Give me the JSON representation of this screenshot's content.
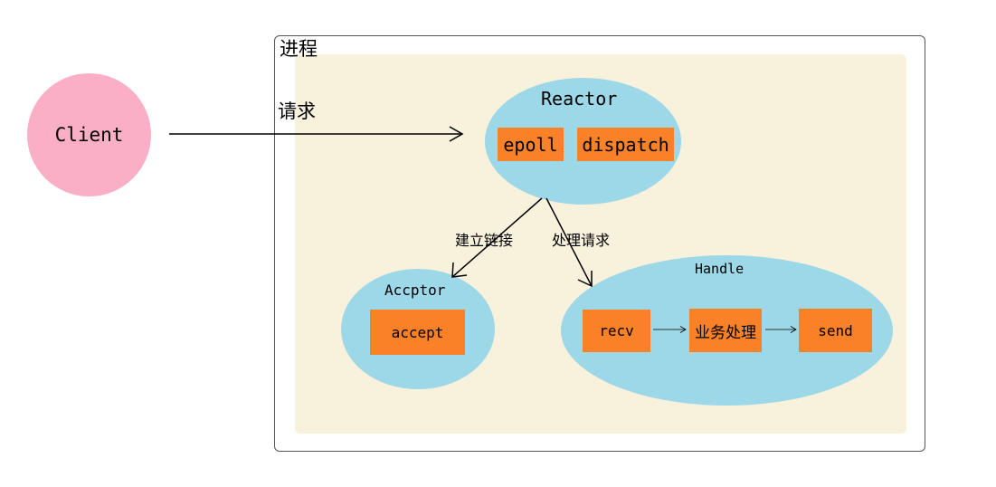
{
  "process": {
    "title": "进程"
  },
  "client": {
    "label": "Client"
  },
  "request": {
    "label": "请求"
  },
  "reactor": {
    "title": "Reactor",
    "components": [
      "epoll",
      "dispatch"
    ]
  },
  "edges": {
    "connect": "建立链接",
    "handle_request": "处理请求"
  },
  "acceptor": {
    "title": "Accptor",
    "component": "accept"
  },
  "handle": {
    "title": "Handle",
    "steps": [
      "recv",
      "业务处理",
      "send"
    ]
  },
  "colors": {
    "client_fill": "#fbafc7",
    "process_fill": "#f8f1dc",
    "ellipse_fill": "#9dd8e8",
    "box_fill": "#f98127"
  }
}
